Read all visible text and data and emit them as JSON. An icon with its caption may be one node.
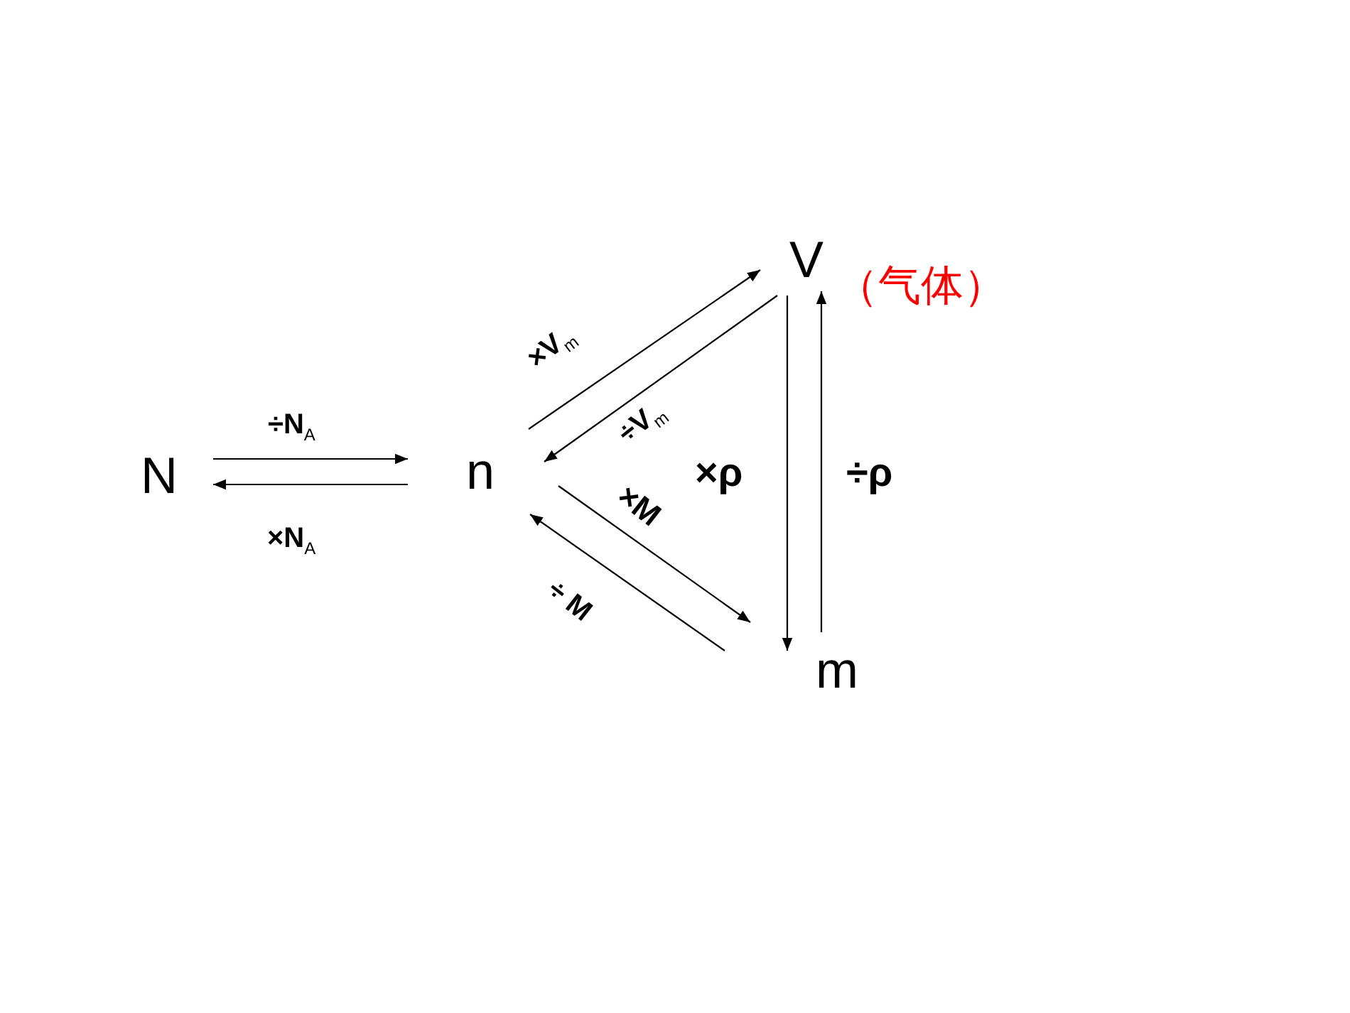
{
  "diagram": {
    "nodes": [
      {
        "text": [
          "N"
        ]
      },
      {
        "text": [
          "n"
        ]
      },
      {
        "text": [
          "V"
        ],
        "beside": [
          "（气体）"
        ]
      },
      {
        "text": [
          "m"
        ]
      }
    ],
    "edges": [
      {
        "from": 0,
        "to": 1,
        "arrow": "to",
        "label": "÷N$_{A}$"
      },
      {
        "from": 1,
        "to": 0,
        "arrow": "to",
        "label": "×N$_{A}$"
      },
      {
        "from": 1,
        "to": 2,
        "arrow": "to",
        "label": "×V$_{m}$"
      },
      {
        "from": 2,
        "to": 1,
        "arrow": "to",
        "label": "÷V$_{m}$"
      },
      {
        "from": 1,
        "to": 3,
        "arrow": "to",
        "label": "×M"
      },
      {
        "from": 3,
        "to": 1,
        "arrow": "to",
        "label": "÷ M"
      },
      {
        "from": 2,
        "to": 3,
        "arrow": "to",
        "label": "×ρ"
      },
      {
        "from": 3,
        "to": 2,
        "arrow": "to",
        "label": "÷ρ"
      }
    ]
  }
}
